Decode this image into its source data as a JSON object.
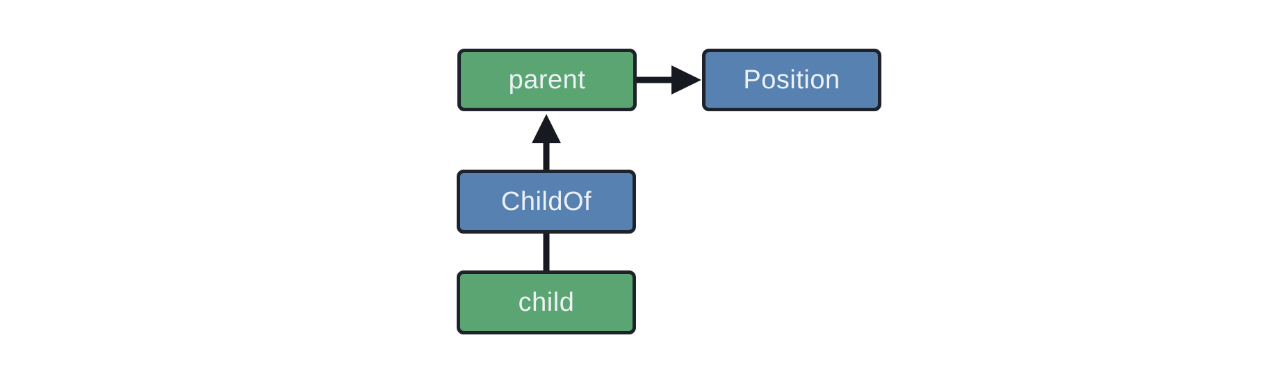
{
  "diagram": {
    "background": "#ffffff",
    "colors": {
      "entity_fill": "#5aa572",
      "component_fill": "#5681b1",
      "node_border": "#1d222b",
      "node_text": "#edf1f7",
      "edge": "#16191f"
    },
    "nodes": [
      {
        "id": "parent",
        "label": "parent"
      },
      {
        "id": "position",
        "label": "Position"
      },
      {
        "id": "childof",
        "label": "ChildOf"
      },
      {
        "id": "child",
        "label": "child"
      }
    ],
    "edges": [
      {
        "from": "parent",
        "to": "position",
        "style": "arrow-right"
      },
      {
        "from": "childof",
        "to": "parent",
        "style": "arrow-up"
      },
      {
        "from": "child",
        "to": "childof",
        "style": "line"
      }
    ]
  }
}
